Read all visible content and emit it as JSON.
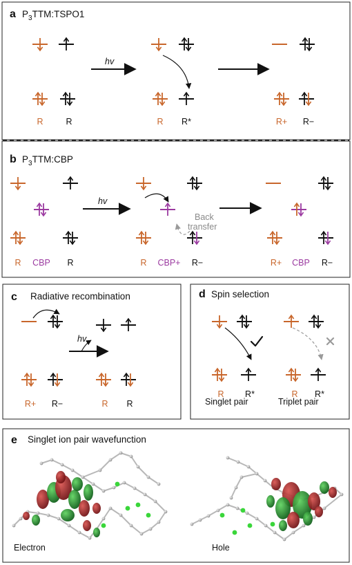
{
  "colors": {
    "orange": "#c8662b",
    "black": "#111111",
    "magenta": "#9b3aa0",
    "grey": "#9a9a9a"
  },
  "panel_a": {
    "letter": "a",
    "title_main": "P",
    "title_sub": "3",
    "title_rest": "TTM:TSPO1",
    "hv": "hv",
    "labels": [
      "R",
      "R",
      "R",
      "R*",
      "R+",
      "R−"
    ]
  },
  "panel_b": {
    "letter": "b",
    "title_main": "P",
    "title_sub": "3",
    "title_rest": "TTM:CBP",
    "hv": "hv",
    "back_line1": "Back",
    "back_line2": "transfer",
    "labels": [
      "R",
      "CBP",
      "R",
      "R",
      "CBP+",
      "R−",
      "R+",
      "CBP",
      "R−"
    ]
  },
  "panel_c": {
    "letter": "c",
    "title": "Radiative recombination",
    "hv": "hv",
    "labels": [
      "R+",
      "R−",
      "R",
      "R"
    ]
  },
  "panel_d": {
    "letter": "d",
    "title": "Spin selection",
    "labels": [
      "R",
      "R*",
      "R",
      "R*"
    ],
    "singlet": "Singlet pair",
    "triplet": "Triplet pair",
    "check_icon": "checkmark",
    "cross_icon": "cross"
  },
  "panel_e": {
    "letter": "e",
    "title": "Singlet ion pair wavefunction",
    "electron": "Electron",
    "hole": "Hole"
  }
}
